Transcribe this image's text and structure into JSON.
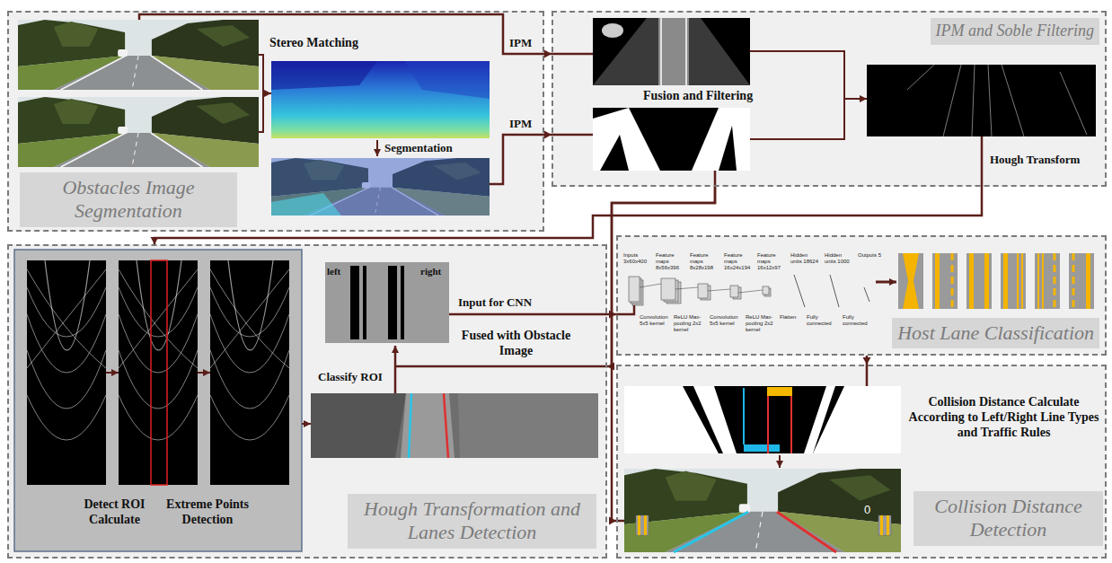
{
  "diagram": {
    "nodes": [
      {
        "text": [
          "Obstacles Image Segmentation"
        ]
      },
      {
        "text": [
          "IPM and Soble Filtering"
        ]
      },
      {
        "text": [
          "Hough Transformation and Lanes Detection"
        ]
      },
      {
        "text": [
          "Host Lane Classification"
        ]
      },
      {
        "text": [
          "Collision Distance Detection"
        ]
      }
    ],
    "edges": [
      {
        "from": 0,
        "to": 1,
        "label": "IPM",
        "arrow": "to"
      },
      {
        "from": 0,
        "to": 1,
        "label": "IPM",
        "arrow": "to"
      },
      {
        "from": 1,
        "to": 2,
        "label": "Hough Transform",
        "arrow": "to"
      },
      {
        "from": 1,
        "to": 2,
        "label": "Fused with Obstacle Image",
        "arrow": "to"
      },
      {
        "from": 1,
        "to": 4,
        "arrow": "to"
      },
      {
        "from": 2,
        "to": 3,
        "label": "Input for CNN",
        "arrow": "to"
      },
      {
        "from": 3,
        "to": 4,
        "arrow": "to"
      }
    ],
    "labels": [
      "Stereo Matching",
      "Segmentation",
      "Fusion and Filtering",
      "left",
      "right",
      "Classify ROI",
      "Detect ROI Calculate",
      "Extreme Points Detection",
      "Inputs 3x60x400",
      "Feature maps 8x56x396",
      "Feature maps 8x28x198",
      "Feature maps 16x24x194",
      "Feature maps 16x12x97",
      "Hidden units 18624",
      "Hidden units 1000",
      "Outputs 5",
      "Convolution 5x5 kernel",
      "ReLU Max-pooling 2x2 kernel",
      "Convolution 5x5 kernel",
      "ReLU Max-pooling 2x2 kernel",
      "Flatten",
      "Fully connected",
      "Fully connected",
      "Collision Distance Calculate According to Left/Right Line Types and Traffic Rules",
      "0"
    ]
  }
}
